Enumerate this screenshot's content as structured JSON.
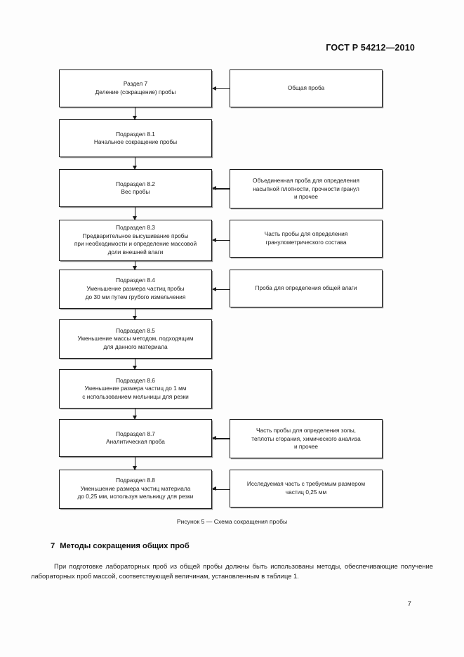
{
  "header": {
    "standard_id": "ГОСТ Р 54212—2010"
  },
  "figure": {
    "caption": "Рисунок 5 — Схема сокращения пробы",
    "rows": [
      {
        "left": {
          "title": "Раздел 7",
          "lines": [
            "Деление (сокращение) пробы"
          ]
        },
        "right": {
          "lines": [
            "Общая проба"
          ]
        },
        "has_arrow_from_right": true,
        "has_arrow_down": true
      },
      {
        "left": {
          "title": "Подраздел 8.1",
          "lines": [
            "Начальное сокращение пробы"
          ]
        },
        "right": null,
        "has_arrow_from_right": false,
        "has_arrow_down": true
      },
      {
        "left": {
          "title": "Подраздел 8.2",
          "lines": [
            "Вес пробы"
          ]
        },
        "right": {
          "lines": [
            "Объединенная проба для определения",
            "насыпной плотности, прочности гранул",
            "и прочее"
          ]
        },
        "has_arrow_from_right": true,
        "has_arrow_down": true
      },
      {
        "left": {
          "title": "Подраздел 8.3",
          "lines": [
            "Предварительное высушивание пробы",
            "при необходимости и определение массовой",
            "доли внешней влаги"
          ]
        },
        "right": {
          "lines": [
            "Часть пробы для определения",
            "гранулометрического состава"
          ]
        },
        "has_arrow_from_right": true,
        "has_arrow_down": true
      },
      {
        "left": {
          "title": "Подраздел 8.4",
          "lines": [
            "Уменьшение размера частиц пробы",
            "до 30 мм путем грубого измельчения"
          ]
        },
        "right": {
          "lines": [
            "Проба для определения общей влаги"
          ]
        },
        "has_arrow_from_right": true,
        "has_arrow_down": true
      },
      {
        "left": {
          "title": "Подраздел 8.5",
          "lines": [
            "Уменьшение массы методом, подходящим",
            "для данного материала"
          ]
        },
        "right": null,
        "has_arrow_from_right": false,
        "has_arrow_down": true
      },
      {
        "left": {
          "title": "Подраздел 8.6",
          "lines": [
            "Уменьшение размера частиц до 1 мм",
            "с использованием мельницы для резки"
          ]
        },
        "right": null,
        "has_arrow_from_right": false,
        "has_arrow_down": true
      },
      {
        "left": {
          "title": "Подраздел 8.7",
          "lines": [
            "Аналитическая проба"
          ]
        },
        "right": {
          "lines": [
            "Часть пробы для определения золы,",
            "теплоты сгорания, химического анализа",
            "и прочее"
          ]
        },
        "has_arrow_from_right": true,
        "has_arrow_down": true
      },
      {
        "left": {
          "title": "Подраздел 8.8",
          "lines": [
            "Уменьшение размера частиц материала",
            "до 0,25 мм, используя мельницу для резки"
          ]
        },
        "right": {
          "lines": [
            "Исследуемая часть с требуемым размером",
            "частиц 0,25 мм"
          ]
        },
        "has_arrow_from_right": true,
        "has_arrow_down": false
      }
    ]
  },
  "section": {
    "number": "7",
    "title": "Методы сокращения общих проб",
    "paragraph": "При подготовке лабораторных проб из общей пробы должны быть использованы методы, обеспечивающие получение лабораторных проб массой, соответствующей величинам, установленным в таблице 1."
  },
  "footer": {
    "page_number": "7"
  },
  "colors": {
    "ink": "#1a1a1a",
    "page_background": "#fdfdfd",
    "box_shadow": "#8f8f8f"
  }
}
